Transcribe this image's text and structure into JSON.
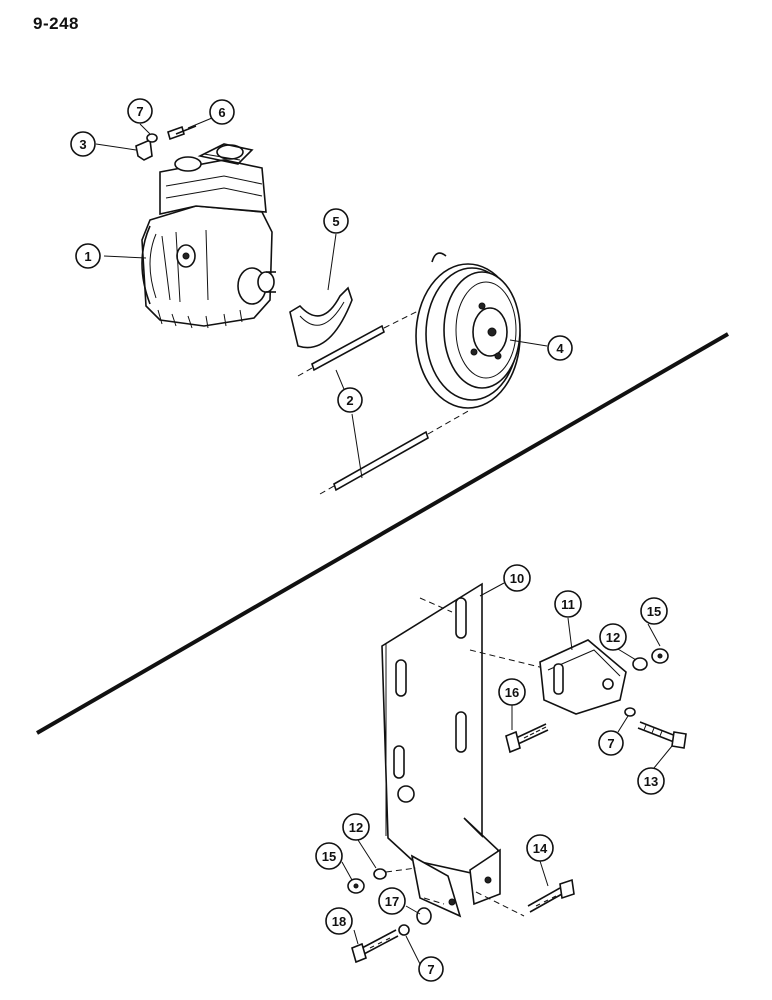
{
  "page": {
    "number": "9-248"
  },
  "callouts": {
    "c1": "1",
    "c2": "2",
    "c3": "3",
    "c4": "4",
    "c5": "5",
    "c6": "6",
    "c7a": "7",
    "c7b": "7",
    "c7c": "7",
    "c10": "10",
    "c11": "11",
    "c12a": "12",
    "c12b": "12",
    "c13": "13",
    "c14": "14",
    "c15a": "15",
    "c15b": "15",
    "c16": "16",
    "c17": "17",
    "c18": "18"
  }
}
